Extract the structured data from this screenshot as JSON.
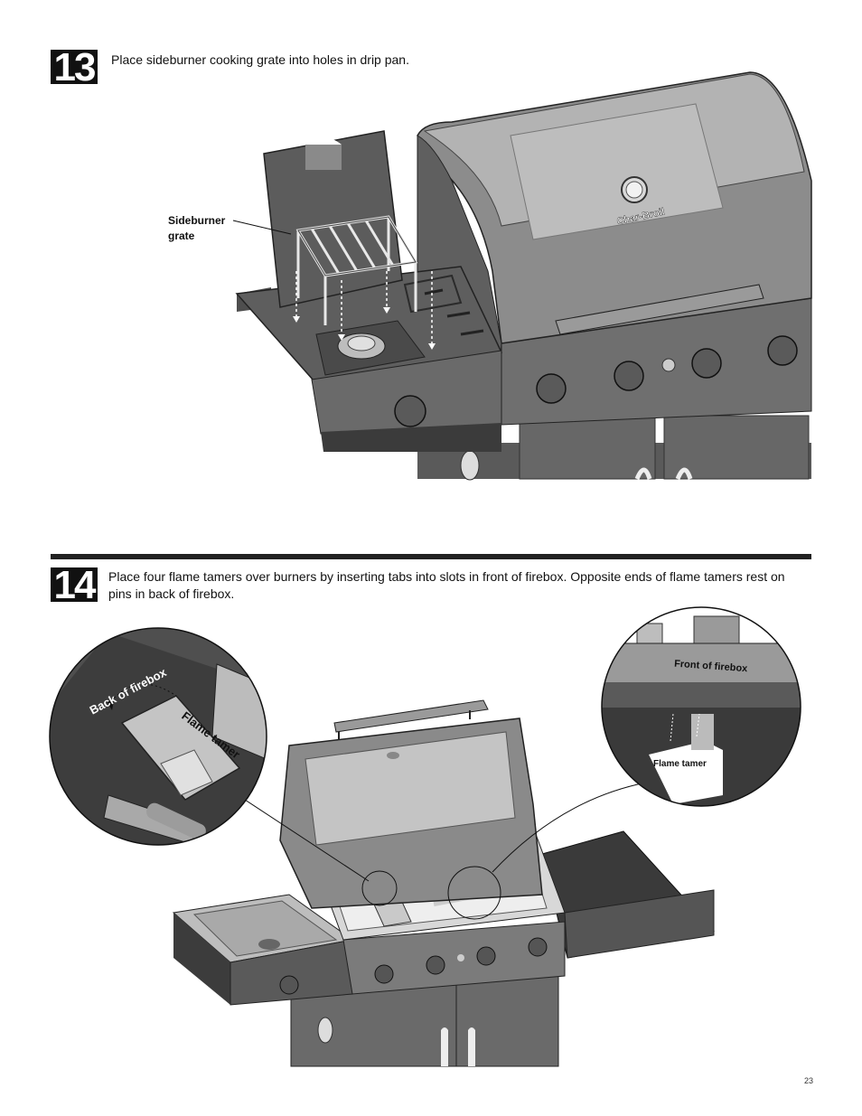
{
  "step13": {
    "number": "13",
    "instruction": "Place sideburner cooking grate into holes in drip pan.",
    "callout": "Sideburner grate",
    "brand": "Char-Broil"
  },
  "step14": {
    "number": "14",
    "instruction": "Place four flame tamers over burners by inserting tabs into slots in front of firebox. Opposite ends of flame tamers rest on pins in back of firebox.",
    "callout_back": "Back of firebox",
    "callout_tamer_left": "Flame tamer",
    "callout_front": "Front of firebox",
    "callout_tamer_right": "Flame tamer"
  },
  "page_number": "23"
}
